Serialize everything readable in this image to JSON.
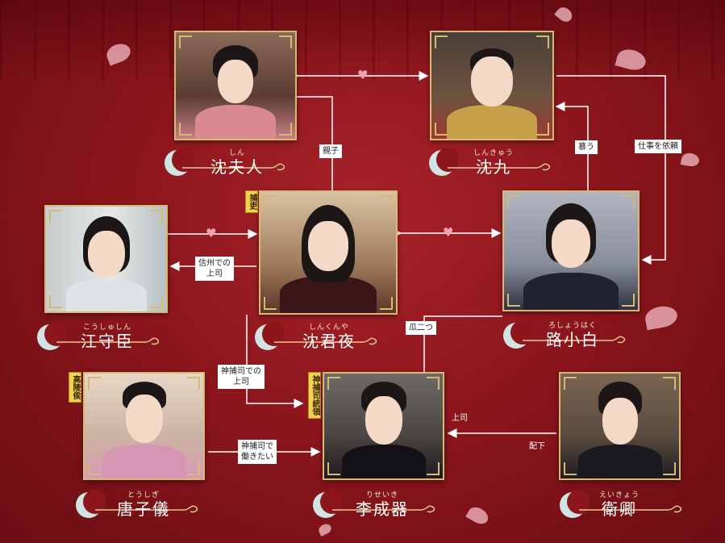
{
  "characters": {
    "shen_furen": {
      "ruby": "しん",
      "name": "沈夫人"
    },
    "shen_jiu": {
      "ruby": "しんきゅう",
      "name": "沈九"
    },
    "jiang_shouchen": {
      "ruby": "こうしゅしん",
      "name": "江守臣"
    },
    "shen_junye": {
      "ruby": "しんくんや",
      "name": "沈君夜",
      "tag": "捕吏"
    },
    "lu_xiaobai": {
      "ruby": "ろしょうはく",
      "name": "路小白"
    },
    "tang_ziyi": {
      "ruby": "とうしぎ",
      "name": "唐子儀",
      "tag": "高陵侯"
    },
    "li_chengqi": {
      "ruby": "りせいき",
      "name": "李成器",
      "tag": "神捕司統領"
    },
    "wei_qing": {
      "ruby": "えいきょう",
      "name": "衛卿"
    }
  },
  "relations": {
    "oyako": "親子",
    "shitau": "慕う",
    "shigoto": "仕事を依頼",
    "shinshu_line1": "信州での",
    "shinshu_line2": "上司",
    "urifutatsu": "瓜二つ",
    "shinbo_joshi_line1": "神捕司での",
    "shinbo_joshi_line2": "上司",
    "hataraki_line1": "神捕司で",
    "hataraki_line2": "働きたい",
    "joshi": "上司",
    "haika": "配下"
  },
  "colors": {
    "background": "#8d161d",
    "frame": "#d9b774",
    "tag": "#f1d24b",
    "heart": "#f2a3b1"
  }
}
